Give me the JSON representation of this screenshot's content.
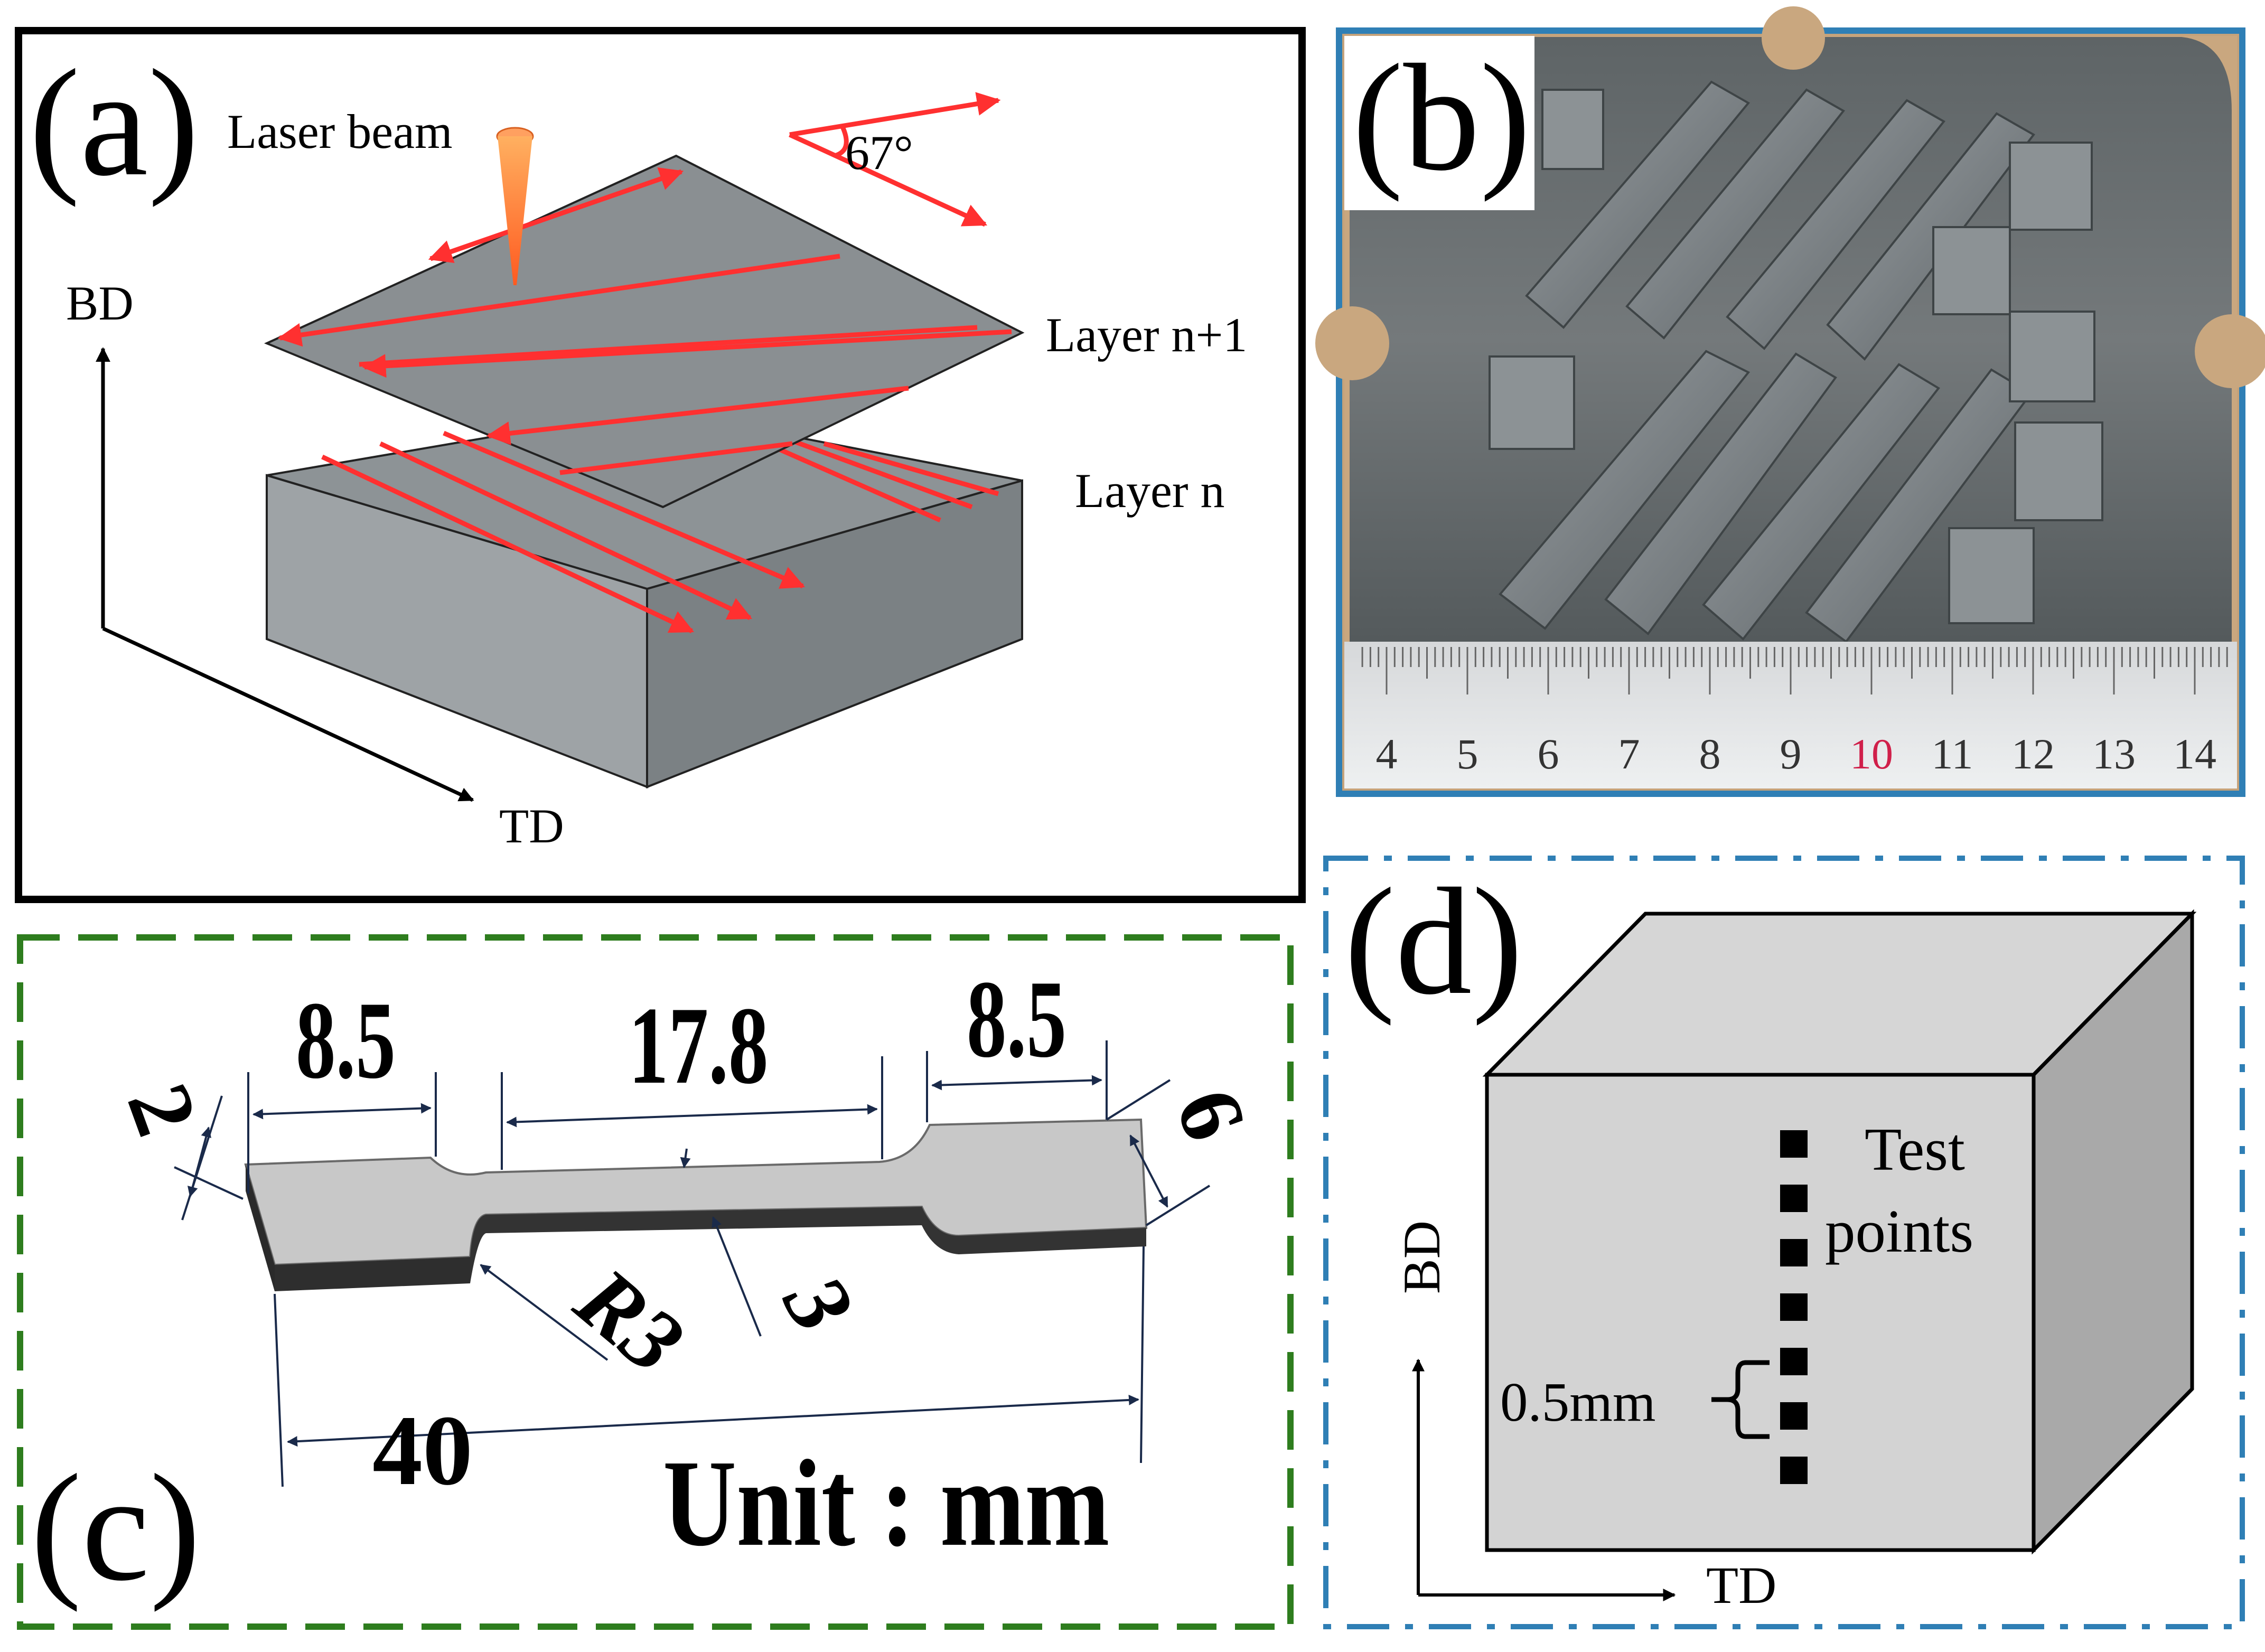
{
  "panels": {
    "a": {
      "label": "(a)",
      "laser_label": "Laser beam",
      "angle_label": "67°",
      "axis_bd": "BD",
      "axis_td": "TD",
      "layer_top": "Layer n+1",
      "layer_bottom": "Layer n"
    },
    "b": {
      "label": "(b)",
      "ruler_ticks": [
        "4",
        "5",
        "6",
        "7",
        "8",
        "9",
        "10",
        "11",
        "12",
        "13",
        "14"
      ],
      "highlight_tick": "10",
      "highlight_color": "#d0204a"
    },
    "c": {
      "label": "(c)",
      "dim_grip_left": "8.5",
      "dim_gauge": "17.8",
      "dim_grip_right": "8.5",
      "dim_thickness": "2",
      "dim_width": "6",
      "dim_total": "40",
      "dim_radius": "R3",
      "dim_gauge_width": "3",
      "unit": "Unit : mm"
    },
    "d": {
      "label": "(d)",
      "test_points": "Test points",
      "test_points_line1": "Test",
      "test_points_line2": "points",
      "spacing": "0.5mm",
      "axis_bd": "BD",
      "axis_td": "TD",
      "point_count": 7
    }
  },
  "colors": {
    "panel_a_border": "#000000",
    "panel_b_border": "#2f7fb5",
    "panel_c_border": "#2e7d1e",
    "panel_d_border": "#2f7fb5",
    "scan_track": "#ff3030",
    "layer_gray": "#8e9497",
    "laser": "#ff8a3a"
  }
}
